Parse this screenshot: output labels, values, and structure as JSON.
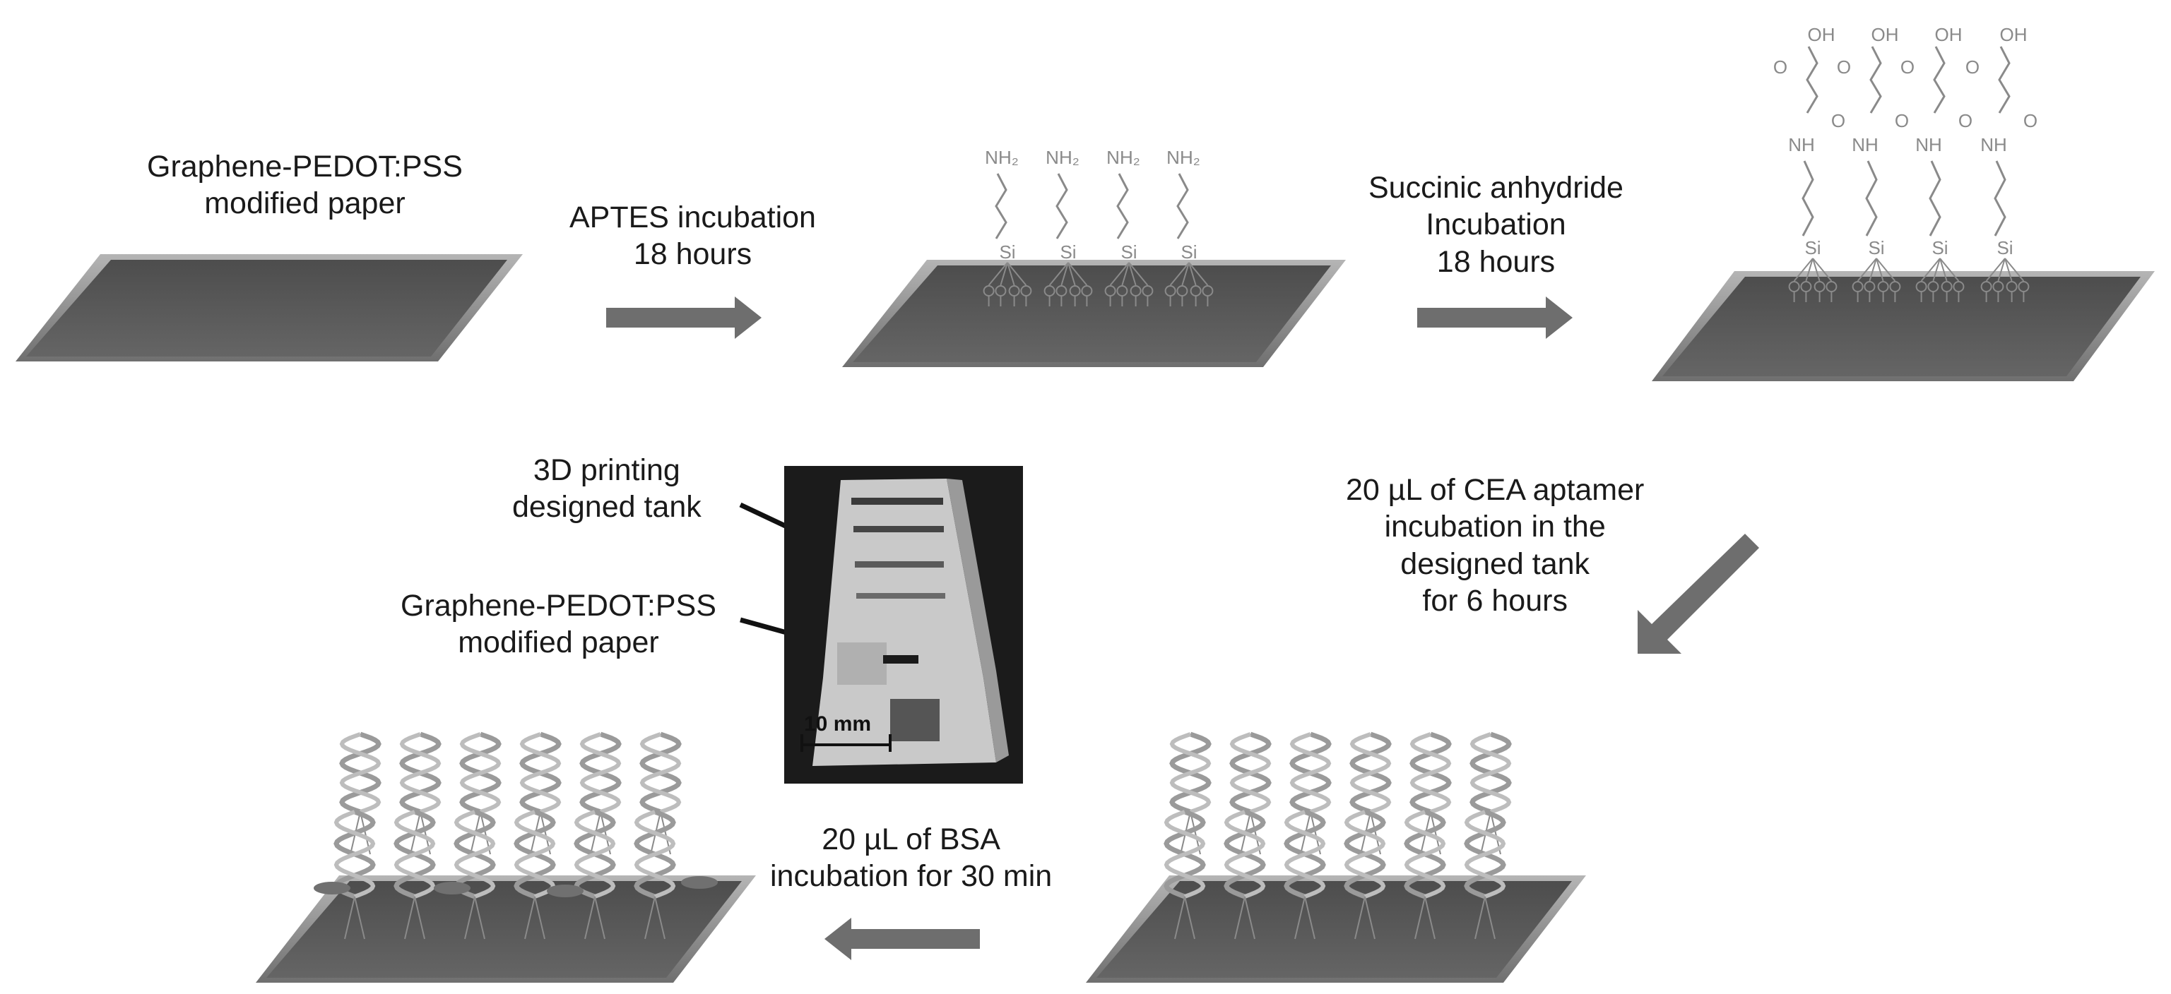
{
  "steps": {
    "start_label": [
      "Graphene-PEDOT:PSS",
      "modified paper"
    ],
    "aptes": [
      "APTES incubation",
      "18 hours"
    ],
    "succinic": [
      "Succinic anhydride",
      "Incubation",
      "18 hours"
    ],
    "aptamer": [
      "20 µL of CEA aptamer",
      "incubation in the",
      "designed tank",
      "for 6 hours"
    ],
    "bsa": [
      "20 µL of BSA",
      "incubation  for 30 min"
    ]
  },
  "photo_labels": {
    "tank": [
      "3D printing",
      "designed tank"
    ],
    "paper": [
      "Graphene-PEDOT:PSS",
      "modified paper"
    ],
    "scale_bar": "10 mm"
  },
  "chem": {
    "amine": "NH₂",
    "silicon": "Si",
    "amide": "NH",
    "hydroxyl": "OH",
    "oxygen": "O"
  },
  "colors": {
    "paper_top": "#5a5a5a",
    "paper_edge": "#8c8c8c",
    "arrow": "#6e6e6e",
    "molecule": "#8a8a8a",
    "dna": "#9a9a9a"
  }
}
